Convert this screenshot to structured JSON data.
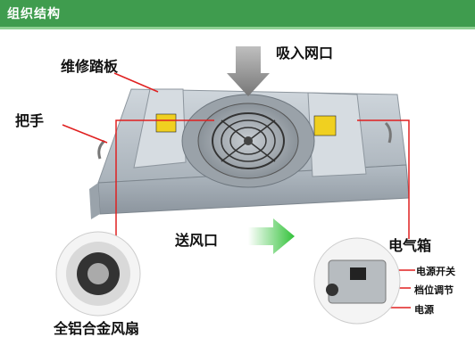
{
  "header": {
    "title": "组织结构"
  },
  "labels": {
    "pedal": "维修踏板",
    "handle": "把手",
    "intake": "吸入网口",
    "outlet": "送风口",
    "electric_box": "电气箱",
    "fan": "全铝合金风扇"
  },
  "box_labels": {
    "power_switch": "电源开关",
    "gear_adjust": "档位调节",
    "power": "电源"
  },
  "colors": {
    "header": "#3f9c4e",
    "callout_line": "#e02020",
    "arrow_green": "#3cc43c"
  }
}
